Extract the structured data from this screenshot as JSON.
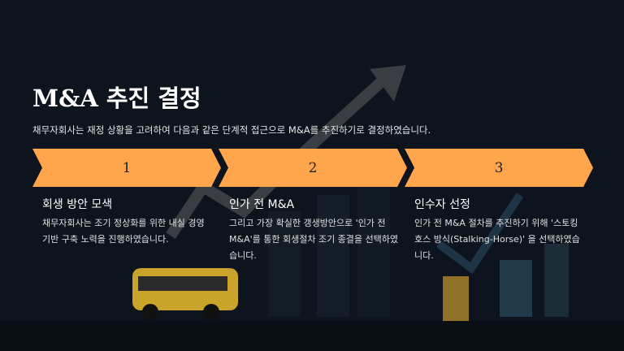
{
  "title": "M&A 추진 결정",
  "subtitle": "채무자회사는 재정 상황을 고려하여 다음과 같은 단계적 접근으로 M&A를 추진하기로 결정하였습니다.",
  "accent": "#ffa54c",
  "steps": [
    {
      "number": "1",
      "title": "회생 방안 모색",
      "desc": "채무자회사는 조기 정상화를 위한 내실 경영 기반 구축 노력을 진행하였습니다."
    },
    {
      "number": "2",
      "title": "인가 전 M&A",
      "desc": "그리고 가장 확실한 갱생방안으로 '인가 전 M&A'를 통한 회생절차 조기 종결을 선택하였습니다."
    },
    {
      "number": "3",
      "title": "인수자 선정",
      "desc": "인가 전 M&A 절차를 추진하기 위해 '스토킹 호스 방식(Stalking-Horse)' 을 선택하였습니다."
    }
  ]
}
